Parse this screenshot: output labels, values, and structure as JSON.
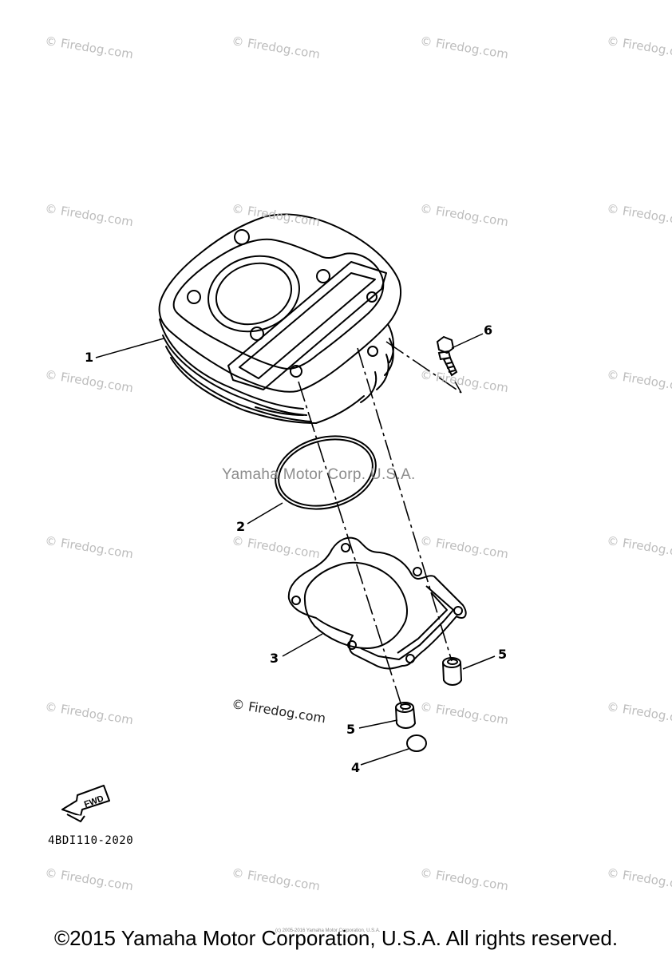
{
  "watermarks": {
    "firedog": "© Firedog.com",
    "yamaha": "Yamaha Motor Corp. U.S.A.",
    "center": "© Firedog.com",
    "tiny_copyright": "(c) 2005-2016 Yamaha Motor Corporation, U.S.A."
  },
  "callouts": [
    "1",
    "2",
    "3",
    "4",
    "5",
    "5",
    "6"
  ],
  "fwd_label": "FWD",
  "part_code": "4BDI110-2020",
  "footer": "©2015 Yamaha Motor Corporation, U.S.A. All rights reserved."
}
